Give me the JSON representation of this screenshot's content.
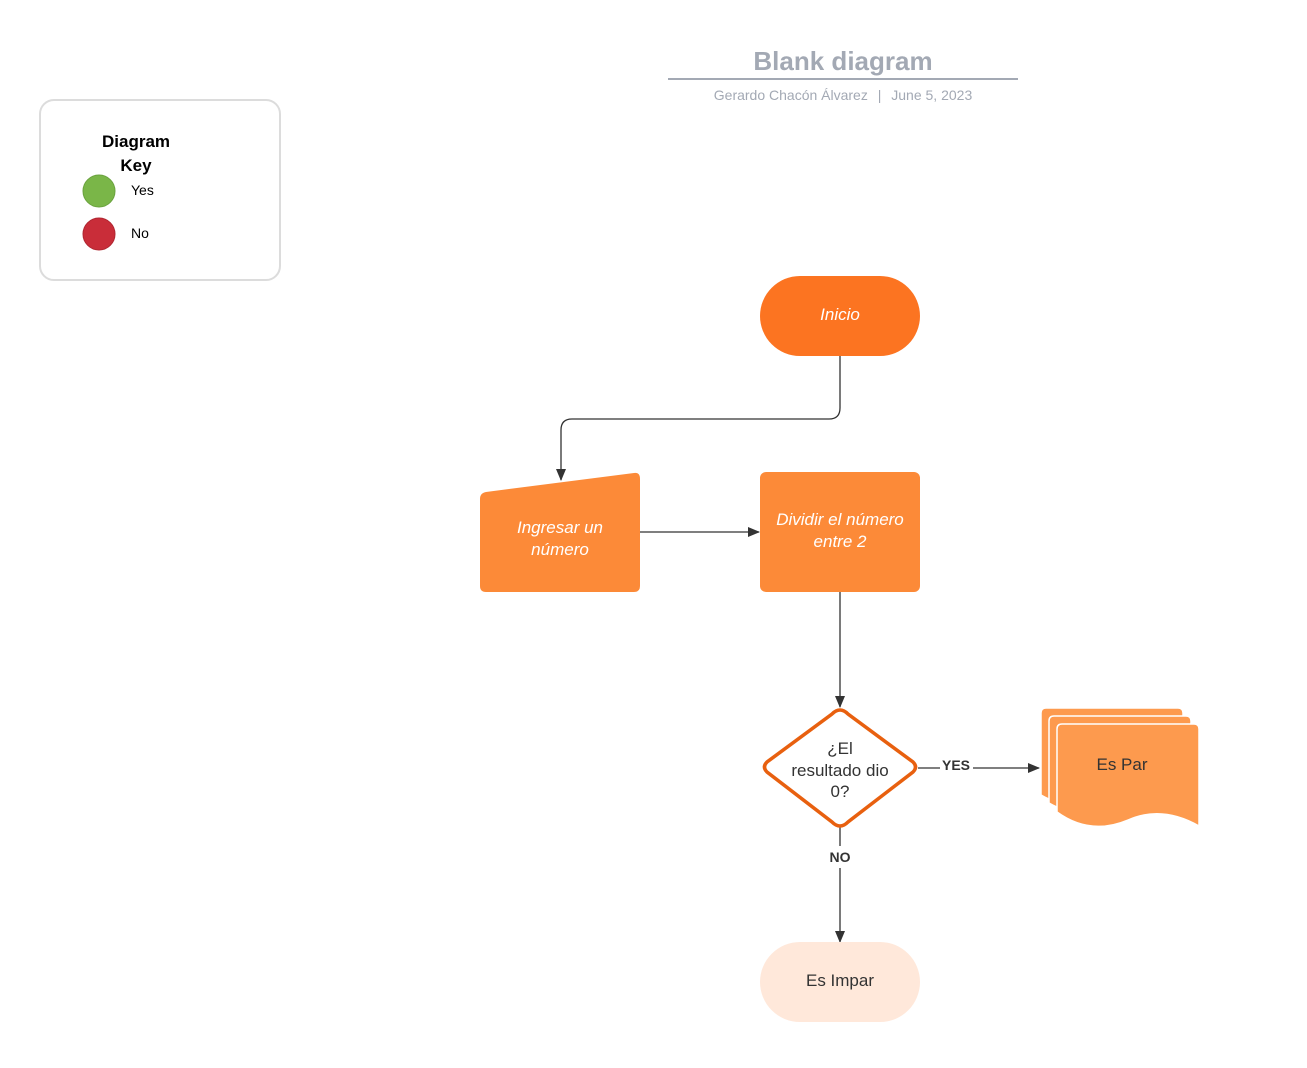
{
  "header": {
    "title": "Blank diagram",
    "author": "Gerardo Chacón Álvarez",
    "separator": "|",
    "date": "June 5, 2023"
  },
  "legend": {
    "title_line1": "Diagram",
    "title_line2": "Key",
    "items": [
      {
        "label": "Yes",
        "color": "#7ab648"
      },
      {
        "label": "No",
        "color": "#c92d39"
      }
    ]
  },
  "colors": {
    "terminal_start": "#fc7421",
    "process": "#fc8a38",
    "decision_border": "#e8600f",
    "document": "#fd9a4e",
    "terminal_end": "#ffe8da",
    "connector": "#333333",
    "title_text": "#a3a9b4"
  },
  "shapes": {
    "start": {
      "label": "Inicio"
    },
    "input": {
      "line1": "Ingresar un",
      "line2": "número"
    },
    "process": {
      "line1": "Dividir el número",
      "line2": "entre 2"
    },
    "decision": {
      "line1": "¿El",
      "line2": "resultado dio",
      "line3": "0?"
    },
    "even": {
      "label": "Es Par"
    },
    "odd": {
      "label": "Es Impar"
    }
  },
  "connectors": {
    "yes_label": "YES",
    "no_label": "NO"
  }
}
